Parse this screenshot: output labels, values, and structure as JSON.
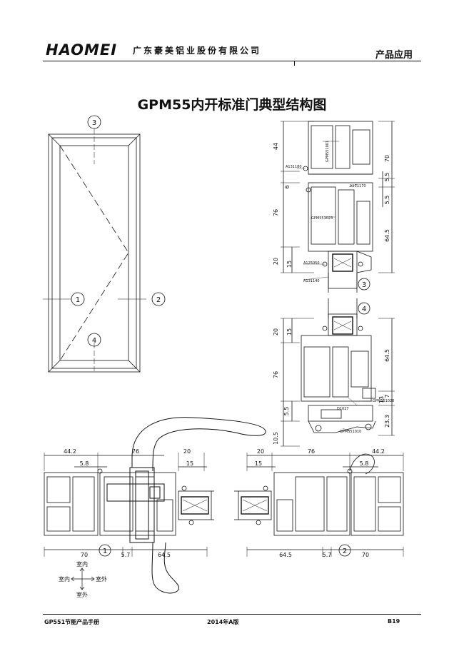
{
  "header": {
    "logo": "HAOMEI",
    "company": "广东豪美铝业股份有限公司",
    "section": "产品应用"
  },
  "title": "GPM55内开标准门典型结构图",
  "elevation": {
    "markers": [
      "3",
      "1",
      "2",
      "4"
    ]
  },
  "vertical_section_top": {
    "dims_left": [
      "44",
      "6",
      "76",
      "20",
      "15"
    ],
    "dims_right": [
      "70",
      "5.5",
      "5.5",
      "64.5"
    ],
    "tags": [
      "GPM551001",
      "A131180",
      "A131170",
      "GPM551023",
      "A125050",
      "A131140"
    ],
    "marker": "3"
  },
  "vertical_section_bottom": {
    "dims_left": [
      "20",
      "15",
      "76",
      "5.5",
      "10.5"
    ],
    "dims_right": [
      "64.5",
      "7",
      "13",
      "23.3"
    ],
    "tags": [
      "GPM551020",
      "D1027",
      "GPM551010"
    ],
    "marker": "4"
  },
  "horizontal_left": {
    "dims_top": [
      "44.2",
      "76",
      "20",
      "5.8",
      "15"
    ],
    "dims_bottom": [
      "70",
      "5.7",
      "64.5"
    ],
    "marker": "1"
  },
  "horizontal_right": {
    "dims_top": [
      "20",
      "76",
      "44.2",
      "15",
      "5.8"
    ],
    "dims_bottom": [
      "64.5",
      "5.7",
      "70"
    ],
    "marker": "2"
  },
  "orientation": {
    "top": "室内",
    "left": "室内",
    "right": "室外",
    "bottom": "室外"
  },
  "footer": {
    "left": "GP551节能产品手册",
    "center": "2014年A版",
    "right": "B19"
  }
}
